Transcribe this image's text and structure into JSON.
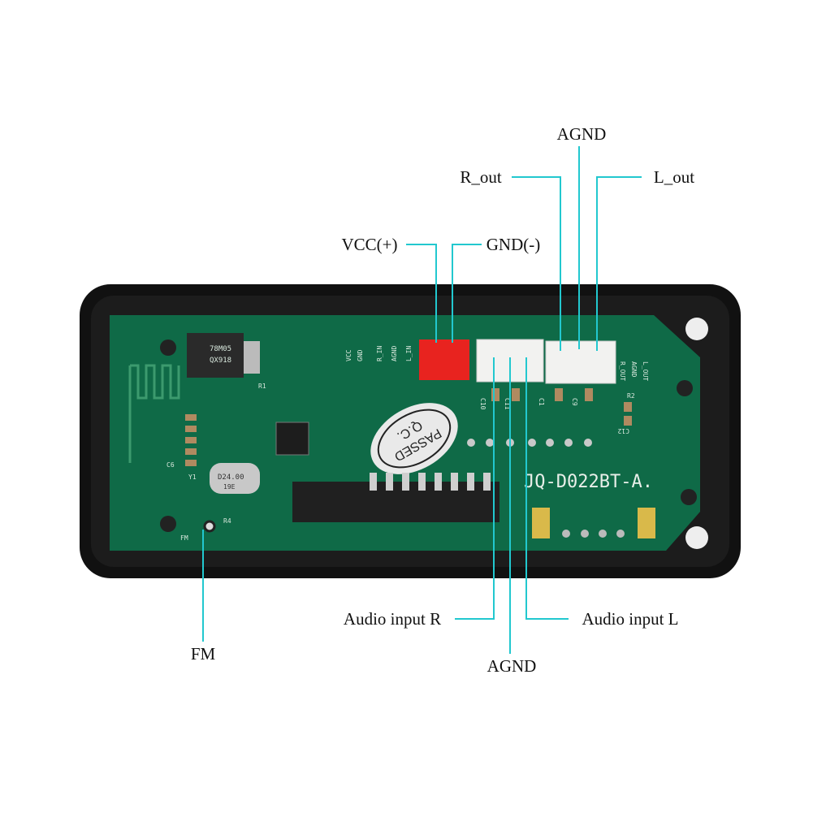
{
  "labels": {
    "agnd_top": "AGND",
    "r_out": "R_out",
    "l_out": "L_out",
    "vcc": "VCC(+)",
    "gnd": "GND(-)",
    "audio_in_r": "Audio input R",
    "agnd_bottom": "AGND",
    "audio_in_l": "Audio input L",
    "fm": "FM"
  },
  "board": {
    "model": "JQ-D022BT-A.",
    "qc_sticker_line1": "Q.C.",
    "qc_sticker_line2": "PASSED",
    "regulator": "78M05",
    "regulator_code": "QX918",
    "crystal": "D24.00",
    "crystal_code": "19E",
    "silk_pins_left": [
      "VCC",
      "GND",
      "R_IN",
      "AGND",
      "L_IN"
    ],
    "silk_pins_right": [
      "R_OUT",
      "AGND",
      "L_OUT"
    ],
    "silk_fm": "FM",
    "silk_r1": "R1",
    "silk_r2": "R2",
    "silk_r4": "R4",
    "silk_c10": "C10",
    "silk_c11": "C11",
    "silk_c1": "C1",
    "silk_c9": "C9",
    "silk_c12": "C12",
    "silk_c6": "C6",
    "silk_y1": "Y1"
  },
  "colors": {
    "leader": "#22c8cf",
    "pcb": "#0f6a47",
    "frame": "#111111",
    "power_connector": "#e8231f"
  }
}
